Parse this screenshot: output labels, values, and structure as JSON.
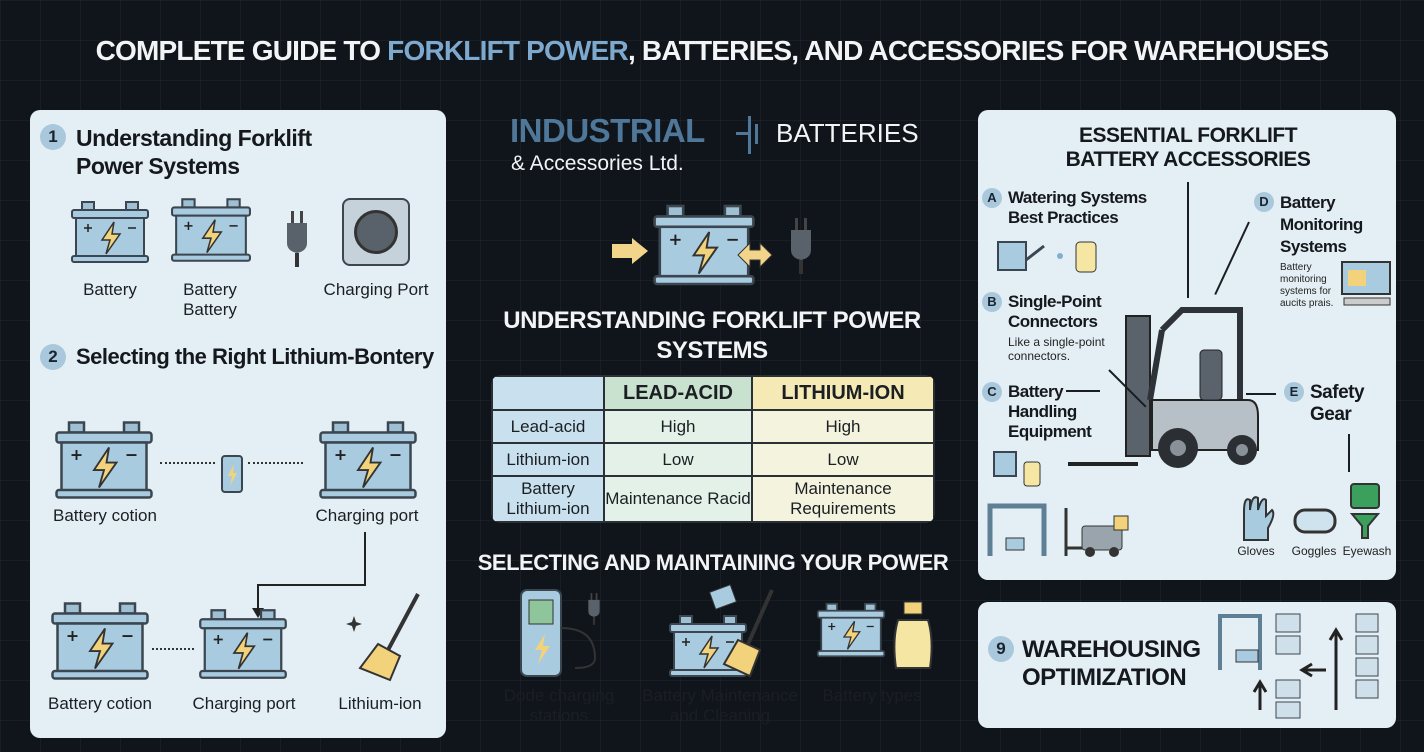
{
  "title": {
    "pre": "COMPLETE GUIDE TO ",
    "highlight": "FORKLIFT POWER",
    "post": ", BATTERIES, AND ACCESSORIES FOR WAREHOUSES"
  },
  "left": {
    "s1": {
      "num": "1",
      "title": "Understanding Forklift Power Systems",
      "items": [
        "Battery",
        "Battery Battery",
        "Charging Port"
      ]
    },
    "s2": {
      "num": "2",
      "title": "Selecting the Right Lithium-Bontery",
      "items": [
        "Battery cotion",
        "Charging port",
        "Battery cotion",
        "Charging port",
        "Lithium-ion"
      ]
    }
  },
  "center": {
    "logo": {
      "main": "INDUSTRIAL",
      "side": "BATTERIES",
      "sub": "& Accessories Ltd."
    },
    "heading": "UNDERSTANDING FORKLIFT POWER SYSTEMS",
    "table": {
      "headers": [
        "",
        "LEAD-ACID",
        "LITHIUM-ION"
      ],
      "rows": [
        [
          "Lead-acid",
          "High",
          "High"
        ],
        [
          "Lithium-ion",
          "Low",
          "Low"
        ],
        [
          "Battery Lithium-ion",
          "Maintenance Racid",
          "Maintenance Requirements"
        ]
      ]
    },
    "heading2": "SELECTING AND MAINTAINING YOUR POWER",
    "items": [
      "Dode charging stations",
      "Battery Maintenance and Cleaning",
      "Battery types"
    ]
  },
  "right": {
    "title": "ESSENTIAL FORKLIFT BATTERY ACCESSORIES",
    "a": {
      "num": "A",
      "title": "Watering Systems Best Practices"
    },
    "b": {
      "num": "B",
      "title": "Single-Point Connectors",
      "desc": "Like a single-point connectors."
    },
    "c": {
      "num": "C",
      "title": "Battery Handling Equipment"
    },
    "d": {
      "num": "D",
      "title": "Battery Monitoring Systems",
      "desc": "Battery monitoring systems for aucits prais."
    },
    "e": {
      "num": "E",
      "title": "Safety Gear"
    },
    "gear": [
      "Gloves",
      "Goggles",
      "Eyewash"
    ]
  },
  "bottom": {
    "num": "9",
    "title": "WAREHOUSING OPTIMIZATION"
  },
  "colors": {
    "bg": "#10151b",
    "panel": "#e4eff5",
    "accent": "#7ea9cf",
    "battery": "#a9cbe0",
    "bolt": "#f2d27a"
  }
}
